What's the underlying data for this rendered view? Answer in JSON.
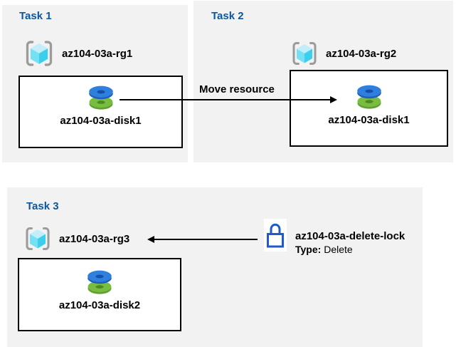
{
  "colors": {
    "panel_bg": "#f2f2f2",
    "box_bg": "#ffffff",
    "box_border": "#000000",
    "title": "#0b57a0",
    "text": "#000000",
    "arrow": "#000000",
    "bracket_gray": "#9b9b9b",
    "cube_top": "#c3edf8",
    "cube_left": "#74e0f4",
    "cube_right": "#3bcfec",
    "disk_blue": "#2f7fdf",
    "disk_blue_dark": "#1f5fc0",
    "disk_blue_hole": "#174ea5",
    "disk_green": "#78bc40",
    "disk_green_dark": "#5f9f2f",
    "disk_green_hole": "#4a8a1f",
    "lock_blue": "#1e5ac8",
    "lock_bg": "#ffffff"
  },
  "tasks": {
    "task1": {
      "title": "Task 1",
      "rg": "az104-03a-rg1",
      "disk": "az104-03a-disk1"
    },
    "task2": {
      "title": "Task 2",
      "rg": "az104-03a-rg2",
      "disk": "az104-03a-disk1"
    },
    "task3": {
      "title": "Task 3",
      "rg": "az104-03a-rg3",
      "disk": "az104-03a-disk2"
    }
  },
  "move_arrow": {
    "label": "Move resource"
  },
  "delete_lock": {
    "name": "az104-03a-delete-lock",
    "type_label": "Type:",
    "type_value": "Delete"
  },
  "icons": {
    "resource_group": "resource-group-icon",
    "disk": "disk-icon",
    "lock": "lock-icon"
  }
}
